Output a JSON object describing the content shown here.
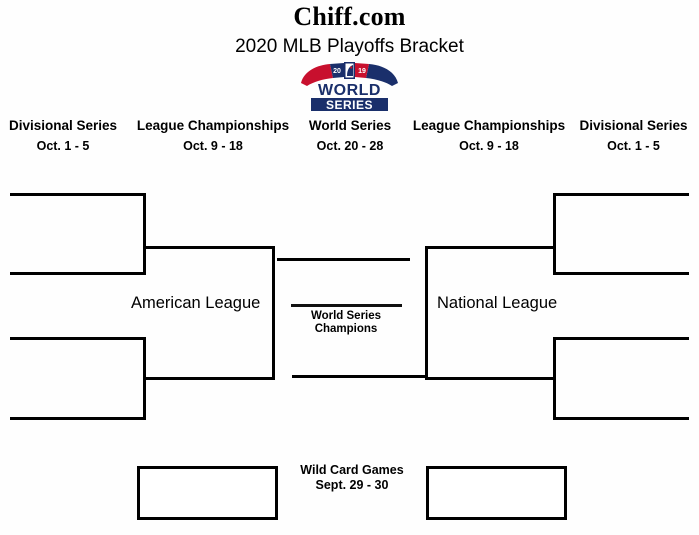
{
  "header": {
    "site_title": "Chiff.com",
    "bracket_subtitle": "2020 MLB Playoffs Bracket"
  },
  "logo": {
    "name": "world-series-logo",
    "line1": "WORLD",
    "line2": "SERIES",
    "year_left": "20",
    "year_right": "19",
    "colors": {
      "navy": "#1a2f6b",
      "red": "#c8102e",
      "white": "#ffffff"
    }
  },
  "rounds": [
    {
      "name": "Divisional Series",
      "dates": "Oct. 1 - 5"
    },
    {
      "name": "League Championships",
      "dates": "Oct. 9 - 18"
    },
    {
      "name": "World Series",
      "dates": "Oct. 20 - 28"
    },
    {
      "name": "League Championships",
      "dates": "Oct. 9 - 18"
    },
    {
      "name": "Divisional Series",
      "dates": "Oct. 1 - 5"
    }
  ],
  "bracket": {
    "american_league_label": "American League",
    "national_league_label": "National League",
    "champions_caption_line1": "World Series",
    "champions_caption_line2": "Champions",
    "line_color": "#000000",
    "slots": {
      "al_div_1": "",
      "al_div_2": "",
      "al_div_3": "",
      "al_div_4": "",
      "al_lcs_1": "",
      "al_lcs_2": "",
      "al_pennant": "",
      "nl_div_1": "",
      "nl_div_2": "",
      "nl_div_3": "",
      "nl_div_4": "",
      "nl_lcs_1": "",
      "nl_lcs_2": "",
      "nl_pennant": "",
      "world_series_champion": ""
    }
  },
  "wild_card": {
    "caption_line1": "Wild Card Games",
    "caption_line2": "Sept. 29 - 30",
    "left_slot": "",
    "right_slot": ""
  }
}
